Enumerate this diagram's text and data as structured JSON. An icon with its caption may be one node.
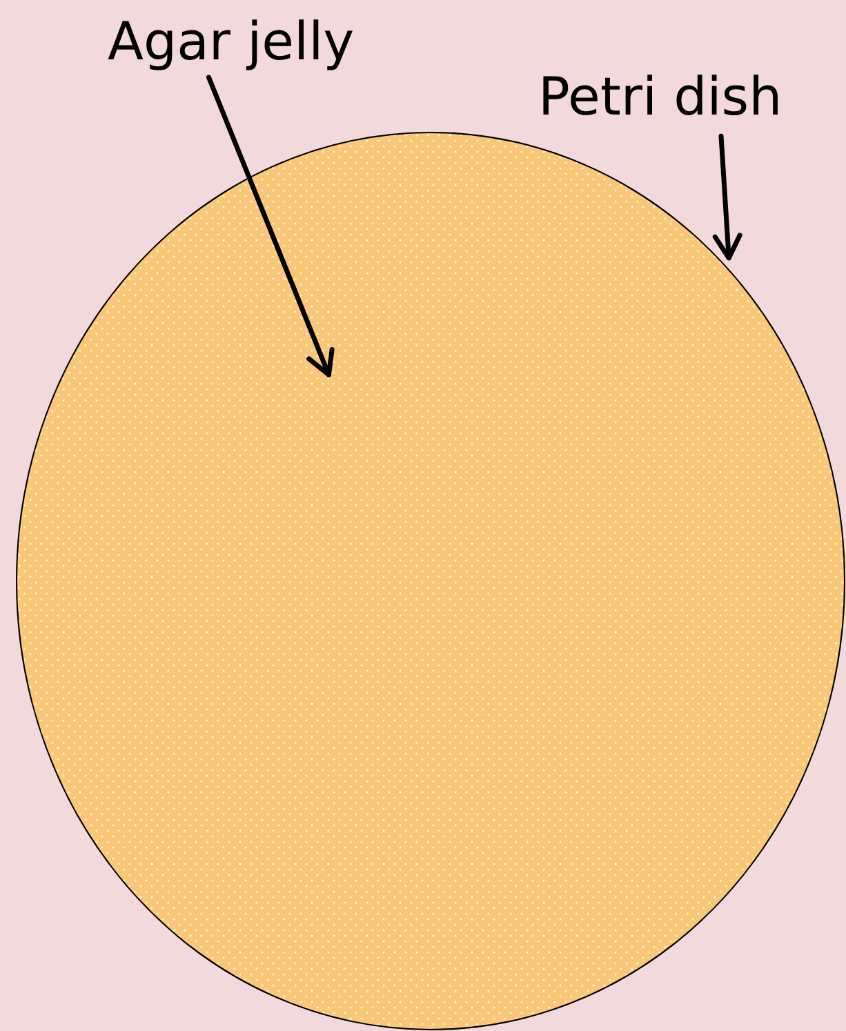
{
  "diagram": {
    "nodes": [
      {
        "text": [
          "Agar jelly"
        ]
      },
      {
        "text": [
          "Petri dish"
        ]
      },
      {
        "text": [],
        "shape": "circle"
      },
      {
        "text": [],
        "shape": "circle",
        "in": 2
      }
    ],
    "edges": [
      {
        "from": 0,
        "to": 3,
        "arrow": "to"
      },
      {
        "from": 1,
        "to": 2,
        "arrow": "to"
      }
    ]
  }
}
